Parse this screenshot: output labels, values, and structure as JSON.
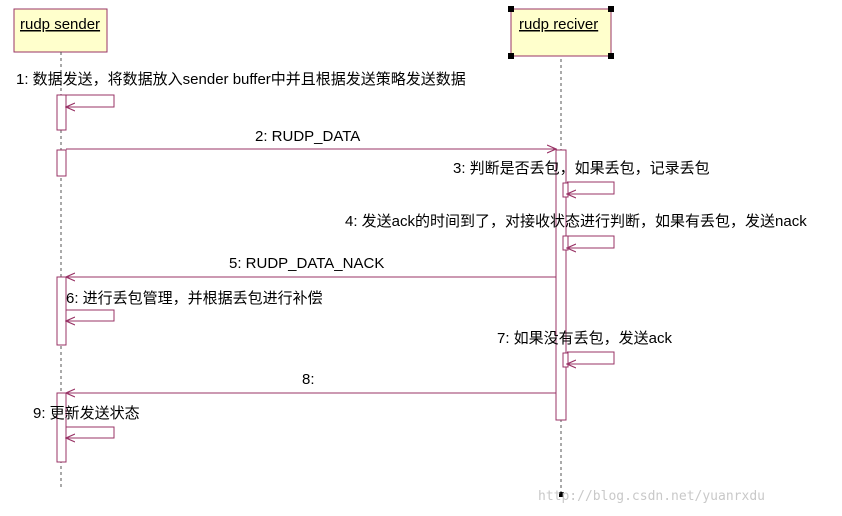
{
  "participants": [
    {
      "id": "sender",
      "label": "rudp sender"
    },
    {
      "id": "receiver",
      "label": "rudp reciver"
    }
  ],
  "messages": [
    {
      "label": "1: 数据发送，将数据放入sender buffer中并且根据发送策略发送数据"
    },
    {
      "label": "2: RUDP_DATA"
    },
    {
      "label": "3: 判断是否丢包，如果丢包，记录丢包"
    },
    {
      "label": "4: 发送ack的时间到了，对接收状态进行判断，如果有丢包，发送nack"
    },
    {
      "label": "5: RUDP_DATA_NACK"
    },
    {
      "label": "6: 进行丢包管理，并根据丢包进行补偿"
    },
    {
      "label": "7: 如果没有丢包，发送ack"
    },
    {
      "label": "8:"
    },
    {
      "label": "9: 更新发送状态"
    }
  ],
  "watermark": "http://blog.csdn.net/yuanrxdu",
  "colors": {
    "header_fill": "#ffffcc",
    "header_border": "#993366",
    "arrow": "#993366",
    "lifeline": "#555555",
    "handle": "#000000"
  }
}
